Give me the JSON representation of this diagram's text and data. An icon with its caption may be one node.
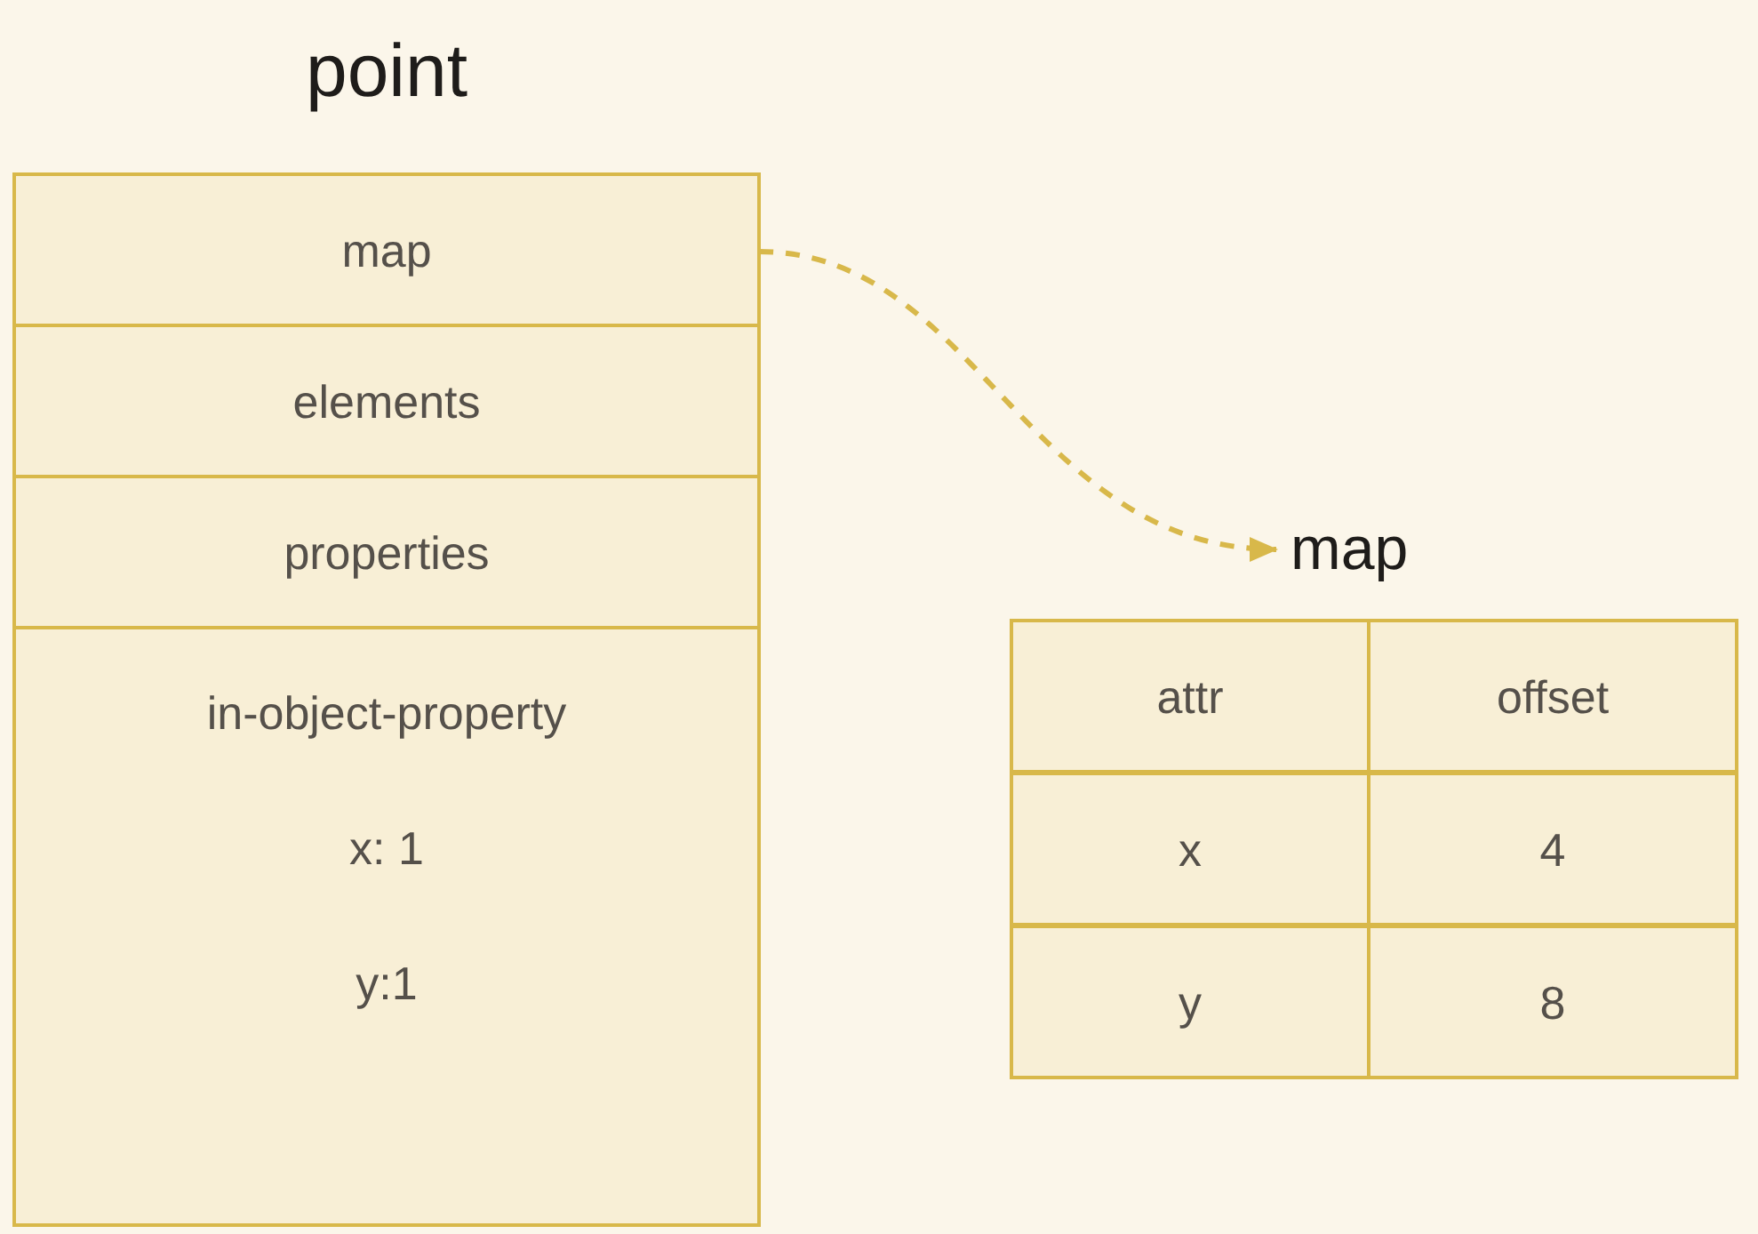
{
  "diagram": {
    "nodes": [
      {
        "text": [
          "point"
        ]
      },
      {
        "text": [
          "map"
        ],
        "in": 0
      },
      {
        "text": [
          "elements"
        ],
        "in": 0
      },
      {
        "text": [
          "properties"
        ],
        "in": 0
      },
      {
        "text": [
          "in-object-property",
          "x: 1",
          "y:1"
        ],
        "in": 0
      },
      {
        "text": [
          "map"
        ]
      },
      {
        "text": [
          "attr"
        ],
        "in": 5
      },
      {
        "text": [
          "offset"
        ],
        "in": 5
      },
      {
        "text": [
          "x"
        ],
        "in": 5
      },
      {
        "text": [
          "4"
        ],
        "in": 5
      },
      {
        "text": [
          "y"
        ],
        "in": 5
      },
      {
        "text": [
          "8"
        ],
        "in": 5
      }
    ],
    "edges": [
      {
        "from": 1,
        "to": 5,
        "arrow": "to",
        "style": "dashed"
      }
    ]
  }
}
